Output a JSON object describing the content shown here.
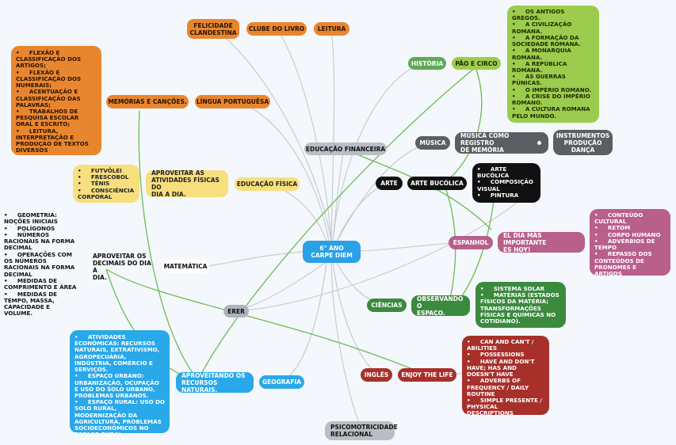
{
  "center": "6° ANO\nCARPE DIEM",
  "branches": {
    "felicidade": "FELICIDADE\nCLANDESTINA",
    "clube_livro": "CLUBE DO LIVRO",
    "leitura": "LEITURA",
    "historia": "HISTÓRIA",
    "pao_circo": "PÃO E CIRCO",
    "memorias": "MEMÓRIAS E CANÇÕES.",
    "lingua": "LÍNGUA PORTUGUÊSA",
    "educacao_financeira": "EDUCAÇÃO FINANCEIRA",
    "musica": "MÚSICA",
    "musica_registro": "MÚSICA COMO REGISTRO\nDE MEMÓRIA",
    "instrumentos": "INSTRUMENTOS\nPRODUÇÃO\nDANÇA",
    "aproveitar_fisicas": "APROVEITAR AS\nATIVIDADES FÍSICAS DO\nDIA A DIA.",
    "ed_fisica": "EDUCAÇÃO FÍSICA",
    "arte": "ARTE",
    "arte_bucolica": "ARTE BUCÓLICA",
    "espanhol": "ESPANHOL",
    "el_dia": "EL DIA MÁS IMPORTANTE\nES HOY!",
    "aproveitar_decimais": "APROVEITAR OS\nDECIMAIS DO DIA A\nDIA.",
    "matematica": "MATEMÁTICA",
    "errar": "ERER",
    "ciencias": "CIÊNCIAS",
    "observando": "OBSERVANDO O\nESPAÇO.",
    "ingles": "INGLÊS",
    "enjoy": "ENJOY THE LIFE",
    "aproveitando": "APROVEITANDO OS\nRECURSOS NATURAIS.",
    "geografia": "GEOGRAFIA",
    "psico": "PSICOMOTRICIDADE\nRELACIONAL"
  },
  "notes": {
    "historia_topics": [
      "OS ANTIGOS GREGOS.",
      "A CIVILIZAÇÃO ROMANA.",
      "A FORMAÇÃO DA SOCIEDADE ROMANA.",
      "A MONARQUIA ROMANA.",
      "A REPÚBLICA ROMANA.",
      "AS GUERRAS PÚNICAS.",
      "O IMPÉRIO ROMANO.",
      "A CRISE DO IMPÉRIO ROMANO.",
      "A CULTURA ROMANA PELO MUNDO."
    ],
    "portugues_topics": [
      "FLEXÃO E CLASSIFICAÇÃO DOS ARTIGOS;",
      "FLEXÃO E CLASSIFICAÇÃO DOS NUMERAIS;",
      "ACENTUAÇÃO E CLASSIFICAÇÃO DAS PALAVRAS;",
      "TRABALHOS DE PESQUISA ESCOLAR ORAL E ESCRITO;",
      "LEITURA, INTERPRETAÇÃO E PRODUÇÃO DE TEXTOS DIVERSOS"
    ],
    "edfisica_topics": [
      "FUTVÔLEI",
      "FRESCOBOL",
      "TÊNIS",
      "CONSCIÊNCIA CORPORAL"
    ],
    "arte_topics": [
      "ARTE BUCÓLICA",
      "COMPOSIÇÃO VISUAL",
      "PINTURA"
    ],
    "espanhol_topics": [
      "CONTEÚDO CULTURAL",
      "RETOM",
      "CORPO HUMANO",
      "ADVÉRBIOS DE TEMPO",
      "REPASSO DOS CONTEÚDOS DE PRONOMES E ARTIGOS"
    ],
    "matematica_topics": [
      "GEOMETRIA: NOÇÕES INICIAIS",
      "POLÍGONOS",
      "NÚMEROS RACIONAIS NA FORMA DECIMAL",
      "OPERAÇÕES COM OS NÚMEROS RACIONAIS NA FORMA DECIMAL",
      "MEDIDAS DE COMPRIMENTO E ÁREA",
      "MEDIDAS DE TEMPO, MASSA, CAPACIDADE E VOLUME."
    ],
    "ciencias_topics": [
      "SISTEMA SOLAR",
      "MATÉRIAS (ESTADOS FÍSICOS DA MATÉRIA; TRANSFORMAÇÕES FÍSICAS E QUÍMICAS NO COTIDIANO)."
    ],
    "ingles_topics": [
      "CAN AND CAN'T / ABILITIES",
      "POSSESSIONS",
      "HAVE AND DON'T HAVE; HAS AND DOESN'T HAVE",
      "ADVERBS OF FREQUENCY / DAILY ROUTINE",
      "SIMPLE PRESENTE / PHYSICAL DESCRIPTIONS"
    ],
    "geografia_topics": [
      "ATIVIDADES ECONÔMICAS: RECURSOS NATURAIS, EXTRATIVISMO, AGROPECUÁRIA, INDÚSTRIA, COMÉRCIO E SERVIÇOS.",
      "ESPAÇO URBANO: URBANIZAÇÃO, OCUPAÇÃO E USO DO SOLO URBANO, PROBLEMAS URBANOS.",
      "ESPAÇO RURAL: USO DO SOLO RURAL, MODERNIZAÇÃO DA AGRICULTURA, PROBLEMAS SOCIOECONÔMICOS NO ESPAÇO RURAL."
    ]
  },
  "colors": {
    "line": "#c3c9cf",
    "green_line": "#6dbb55"
  }
}
